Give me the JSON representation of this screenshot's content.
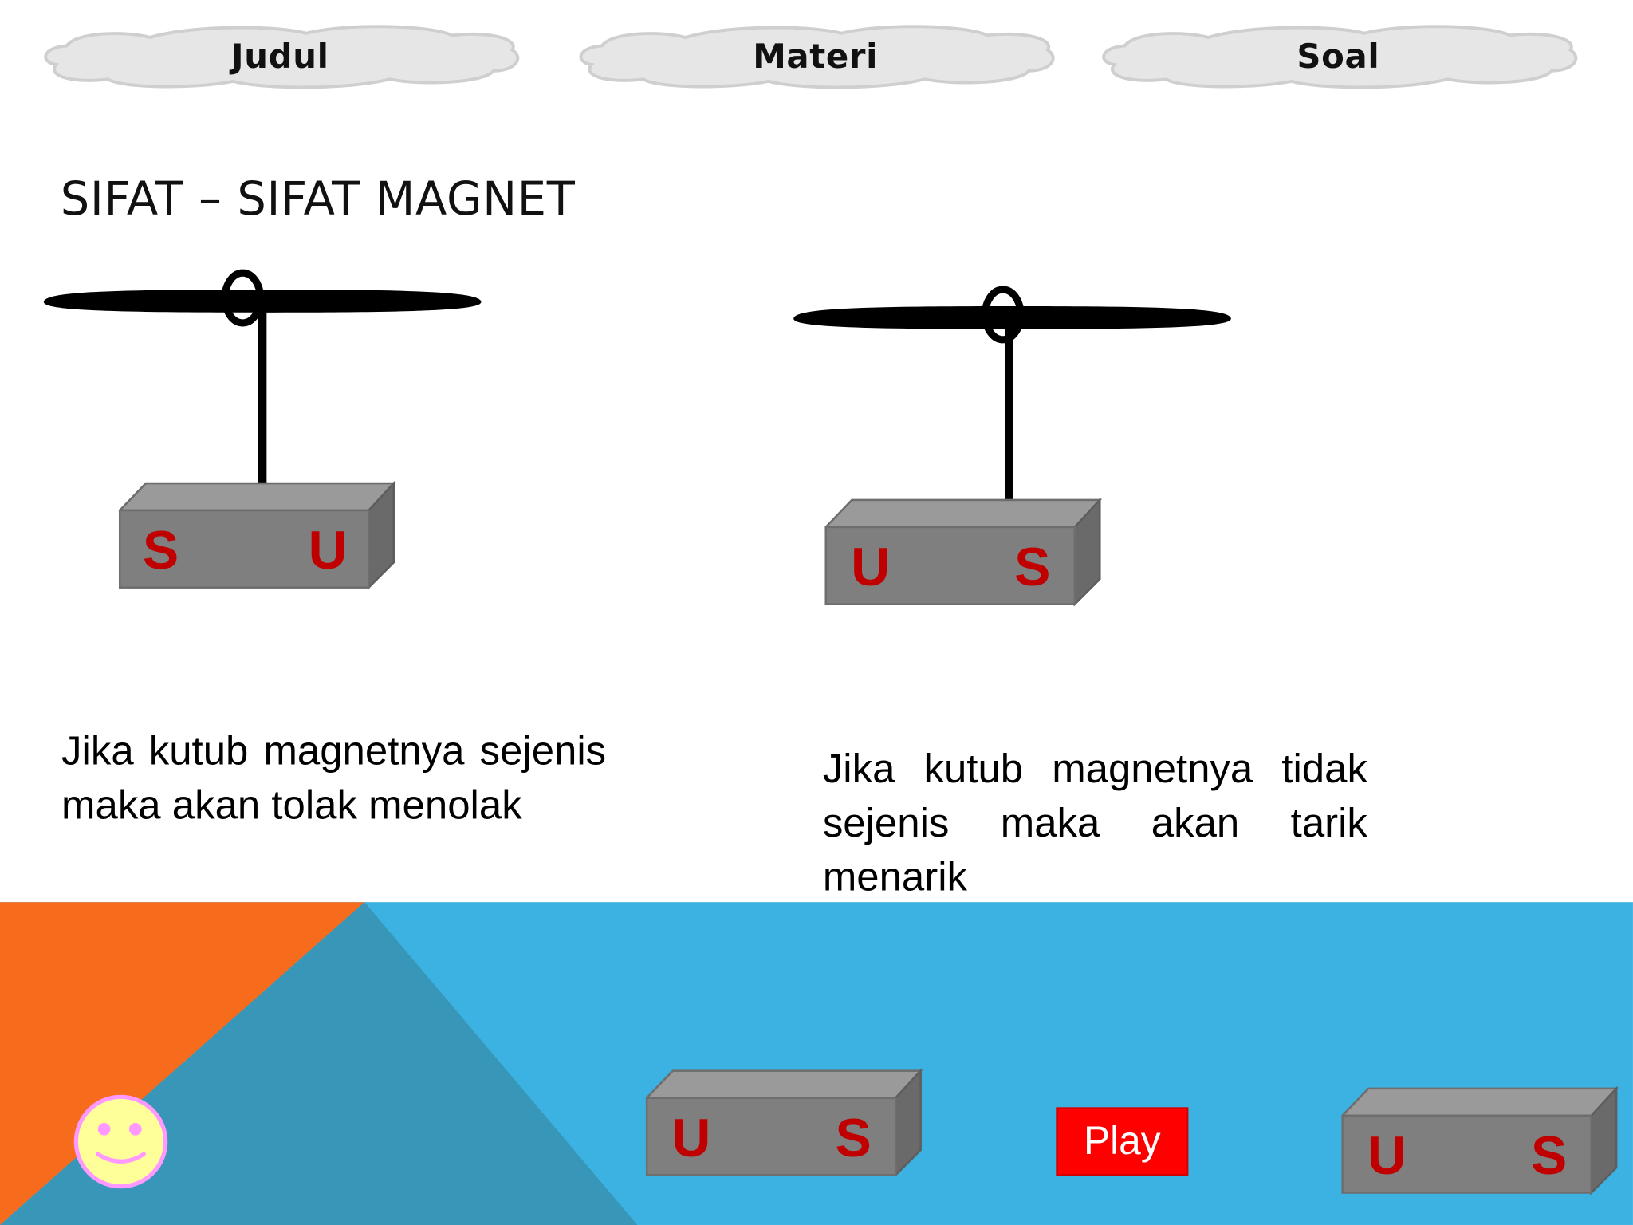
{
  "nav": {
    "buttons": [
      {
        "label": "Judul"
      },
      {
        "label": "Materi"
      },
      {
        "label": "Soal"
      }
    ]
  },
  "title": "SIFAT – SIFAT MAGNET",
  "left_panel": {
    "magnet": {
      "pole_left": "S",
      "pole_right": "U"
    },
    "description": "Jika kutub magnetnya sejenis maka akan tolak menolak"
  },
  "right_panel": {
    "magnet": {
      "pole_left": "U",
      "pole_right": "S"
    },
    "description": "Jika kutub magnetnya tidak sejenis maka akan tarik menarik"
  },
  "bottom": {
    "magnet_center": {
      "pole_left": "U",
      "pole_right": "S"
    },
    "magnet_right": {
      "pole_left": "U",
      "pole_right": "S"
    },
    "play_label": "Play"
  },
  "colors": {
    "orange": "#f76b1c",
    "sky_blue": "#3bb2e2",
    "teal_blue": "#3897b8",
    "magnet_front": "#7f7f7f",
    "magnet_top": "#9a9a9a",
    "magnet_side": "#6a6a6a",
    "pole_text": "#c00000",
    "play_bg": "#ff0000",
    "smiley_face": "#ffff99",
    "smiley_outline": "#ff99ff"
  }
}
